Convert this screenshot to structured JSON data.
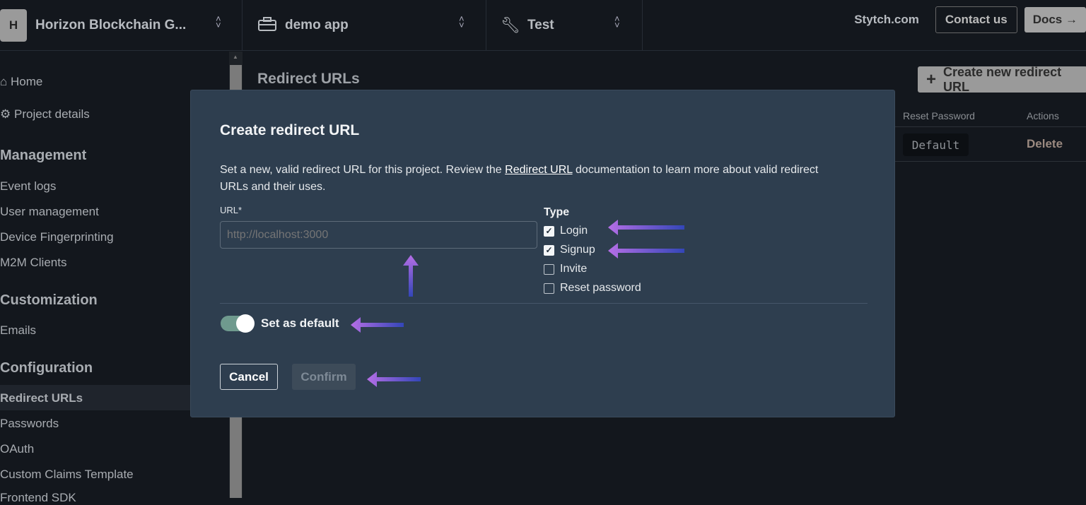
{
  "topbar": {
    "org_badge": "H",
    "org_name": "Horizon Blockchain G...",
    "project_name": "demo app",
    "environment": "Test",
    "stytch_link": "Stytch.com",
    "contact_label": "Contact us",
    "docs_label": "Docs"
  },
  "sidebar": {
    "top_items": [
      {
        "label": "Home",
        "icon": "home-icon"
      },
      {
        "label": "Project details",
        "icon": "gear-icon"
      }
    ],
    "sections": [
      {
        "title": "Management",
        "items": [
          "Event logs",
          "User management",
          "Device Fingerprinting",
          "M2M Clients"
        ]
      },
      {
        "title": "Customization",
        "items": [
          "Emails"
        ]
      },
      {
        "title": "Configuration",
        "items": [
          "Redirect URLs",
          "Passwords",
          "OAuth",
          "Custom Claims Template",
          "Frontend SDK"
        ]
      }
    ],
    "active_item": "Redirect URLs"
  },
  "main": {
    "title": "Redirect URLs",
    "create_button": "Create new redirect URL",
    "columns": [
      "Reset Password",
      "Actions"
    ],
    "row": {
      "reset_password": "Default",
      "action": "Delete"
    }
  },
  "modal": {
    "title": "Create redirect URL",
    "description_before": "Set a new, valid redirect URL for this project. Review the ",
    "description_link": "Redirect URL",
    "description_after": " documentation to learn more about valid redirect URLs and their uses.",
    "url_label": "URL*",
    "url_placeholder": "http://localhost:3000",
    "url_value": "",
    "type_label": "Type",
    "types": [
      {
        "label": "Login",
        "checked": true
      },
      {
        "label": "Signup",
        "checked": true
      },
      {
        "label": "Invite",
        "checked": false
      },
      {
        "label": "Reset password",
        "checked": false
      }
    ],
    "default_toggle_label": "Set as default",
    "default_toggle_on": true,
    "cancel_label": "Cancel",
    "confirm_label": "Confirm"
  },
  "colors": {
    "modal_bg": "#2e3e4f",
    "toggle_on": "#6f9a8e",
    "arrow_start": "#b56ee6",
    "arrow_end": "#3346b8"
  }
}
